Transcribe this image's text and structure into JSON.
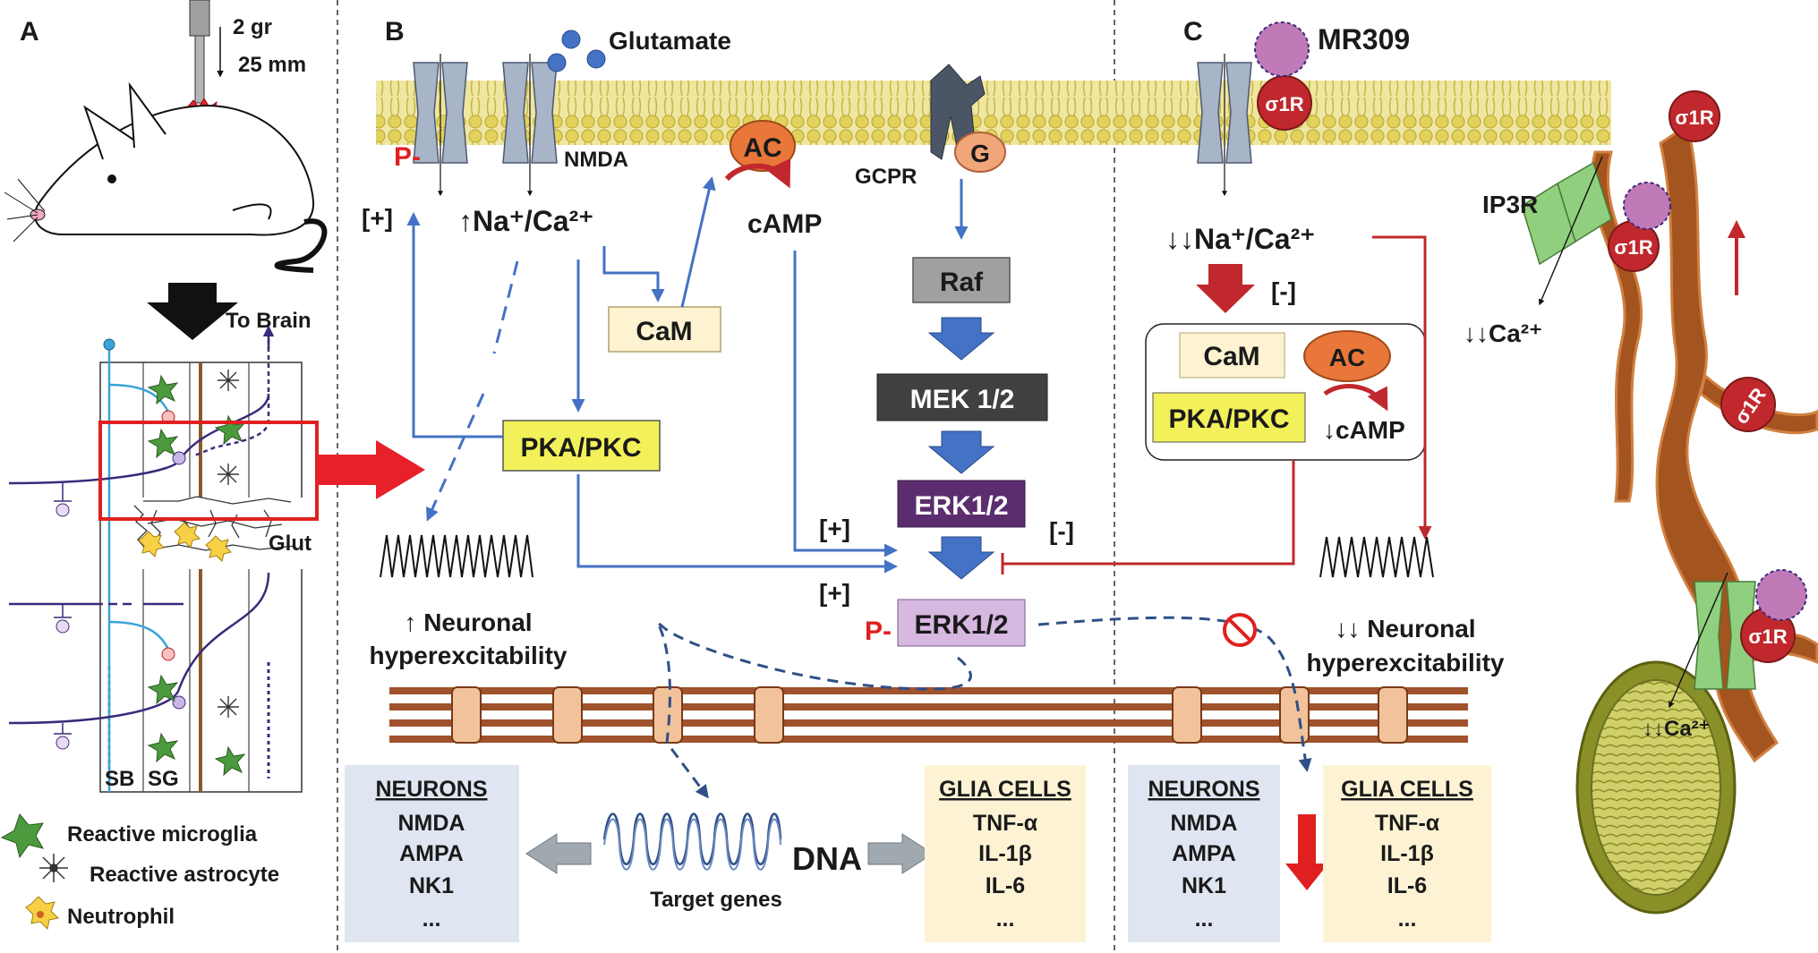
{
  "panels": {
    "a": "A",
    "b": "B",
    "c": "C"
  },
  "panel_a": {
    "weight": "2 gr",
    "height": "25 mm",
    "to_brain": "To Brain",
    "glut": "Glut",
    "sb": "SB",
    "sg": "SG",
    "legend": {
      "microglia": "Reactive microglia",
      "astrocyte": "Reactive astrocyte",
      "neutrophil": "Neutrophil"
    }
  },
  "panel_b": {
    "glutamate": "Glutamate",
    "p_mark": "P-",
    "nmda": "NMDA",
    "plus_left": "[+]",
    "na_ca_up": "↑Na⁺/Ca²⁺",
    "ac": "AC",
    "camp": "cAMP",
    "cam": "CaM",
    "gcpr": "GCPR",
    "g": "G",
    "raf": "Raf",
    "mek": "MEK 1/2",
    "erk": "ERK1/2",
    "perk": "ERK1/2",
    "perk_p": "P-",
    "plus_1": "[+]",
    "plus_2": "[+]",
    "minus": "[-]",
    "pka": "PKA/PKC",
    "hyper_1": "↑ Neuronal",
    "hyper_2": "hyperexcitability",
    "dna": "DNA",
    "target_genes": "Target genes",
    "neurons": {
      "title": "NEURONS",
      "items": [
        "NMDA",
        "AMPA",
        "NK1",
        "..."
      ]
    },
    "glia": {
      "title": "GLIA CELLS",
      "items": [
        "TNF-α",
        "IL-1β",
        "IL-6",
        "..."
      ]
    }
  },
  "panel_c": {
    "drug": "MR309",
    "sigma": "σ1R",
    "na_ca_down": "↓↓Na⁺/Ca²⁺",
    "minus": "[-]",
    "cam": "CaM",
    "ac": "AC",
    "pka": "PKA/PKC",
    "camp_down": "↓cAMP",
    "ip3r": "IP3R",
    "ca_down": "↓↓Ca²⁺",
    "ca_down_mito": "↓↓Ca²⁺",
    "hyper_1": "↓↓ Neuronal",
    "hyper_2": "hyperexcitability",
    "neurons": {
      "title": "NEURONS",
      "items": [
        "NMDA",
        "AMPA",
        "NK1",
        "..."
      ]
    },
    "glia": {
      "title": "GLIA CELLS",
      "items": [
        "TNF-α",
        "IL-1β",
        "IL-6",
        "..."
      ]
    }
  },
  "colors": {
    "membrane": "#e8dd78",
    "channel": "#a8b4c8",
    "blue_arrow": "#4472c4",
    "red_arrow": "#c0282d",
    "pka_box": "#f3f15a",
    "cam_box": "#fdf3d0",
    "raf_box": "#a0a0a0",
    "mek_box": "#404040",
    "erk_box": "#5b2d6e",
    "perk_box": "#d7b8e0",
    "ac_oval": "#e9773a",
    "neurons_box": "#dfe6f1",
    "glia_box": "#fdf3d4",
    "er": "#a4541e",
    "sigma": "#c0282d",
    "mr309": "#c07ab8"
  }
}
